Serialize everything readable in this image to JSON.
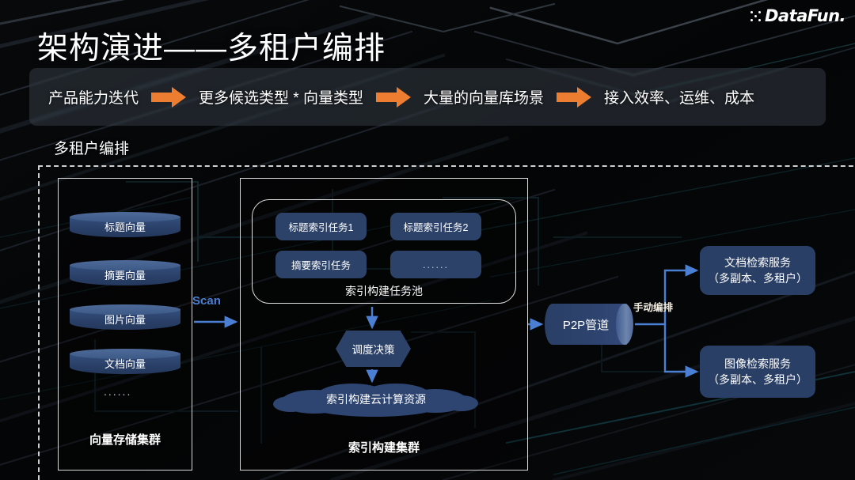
{
  "slide": {
    "title": "架构演进——多租户编排",
    "subtitle": "多租户编排",
    "logo_text": "DataFun."
  },
  "colors": {
    "accent_orange": "#ED7D31",
    "node_blue": "#2c4269",
    "arrow_blue": "#4a7fd4",
    "border_white": "#d8d8d8",
    "background": "#050607"
  },
  "banner": {
    "steps": [
      "产品能力迭代",
      "更多候选类型 * 向量类型",
      "大量的向量库场景",
      "接入效率、运维、成本"
    ],
    "arrow_icon": "arrow-right-icon"
  },
  "diagram": {
    "vector_cluster": {
      "caption": "向量存储集群",
      "items": [
        "标题向量",
        "摘要向量",
        "图片向量",
        "文档向量"
      ],
      "ellipsis": "......"
    },
    "scan_label": "Scan",
    "index_cluster": {
      "caption": "索引构建集群",
      "task_pool_label": "索引构建任务池",
      "tasks": [
        "标题索引任务1",
        "标题索引任务2",
        "摘要索引任务",
        "......"
      ],
      "decision": "调度决策",
      "cloud": "索引构建云计算资源"
    },
    "pipeline": {
      "label": "P2P管道",
      "manual_label": "手动编排"
    },
    "services": [
      {
        "line1": "文档检索服务",
        "line2": "（多副本、多租户）"
      },
      {
        "line1": "图像检索服务",
        "line2": "（多副本、多租户）"
      }
    ]
  }
}
